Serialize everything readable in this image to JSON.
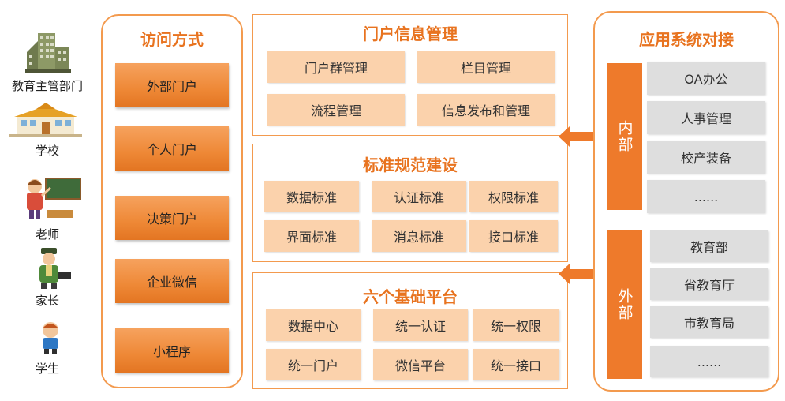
{
  "roles": [
    {
      "label": "教育主管部门",
      "icon": "government-building-icon"
    },
    {
      "label": "学校",
      "icon": "school-building-icon"
    },
    {
      "label": "老师",
      "icon": "teacher-icon"
    },
    {
      "label": "家长",
      "icon": "parent-icon"
    },
    {
      "label": "学生",
      "icon": "student-icon"
    }
  ],
  "access": {
    "title": "访问方式",
    "items": [
      "外部门户",
      "个人门户",
      "决策门户",
      "企业微信",
      "小程序"
    ]
  },
  "portal_mgmt": {
    "title": "门户信息管理",
    "items": [
      "门户群管理",
      "栏目管理",
      "流程管理",
      "信息发布和管理"
    ]
  },
  "standards": {
    "title": "标准规范建设",
    "items": [
      "数据标准",
      "认证标准",
      "权限标准",
      "界面标准",
      "消息标准",
      "接口标准"
    ]
  },
  "platforms": {
    "title": "六个基础平台",
    "items": [
      "数据中心",
      "统一认证",
      "统一权限",
      "统一门户",
      "微信平台",
      "统一接口"
    ]
  },
  "integration": {
    "title": "应用系统对接",
    "internal": {
      "label": "内部",
      "items": [
        "OA办公",
        "人事管理",
        "校产装备",
        "......"
      ]
    },
    "external": {
      "label": "外部",
      "items": [
        "教育部",
        "省教育厅",
        "市教育局",
        "......"
      ]
    }
  },
  "colors": {
    "accent": "#ee7a2b",
    "panel_border": "#f39a4e",
    "light_box": "#fbd2ac",
    "gray_box": "#dedede"
  }
}
